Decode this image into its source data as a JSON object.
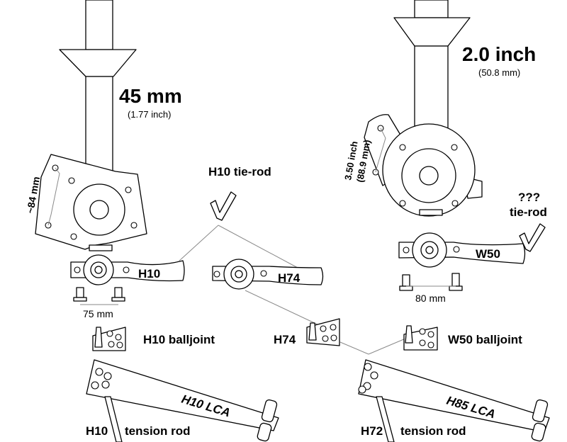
{
  "left_assembly": {
    "strut_spacing": "45 mm",
    "strut_spacing_alt": "(1.77 inch)",
    "knuckle_dim": "~84 mm",
    "arm_label": "H10",
    "stud_spacing": "75 mm",
    "balljoint_label": "H10 balljoint",
    "lca_label": "H10 LCA",
    "tension_rod_prefix": "H10",
    "tension_rod_label": "tension rod"
  },
  "middle": {
    "tierod_label": "H10 tie-rod",
    "arm_label": "H74",
    "balljoint_label": "H74"
  },
  "right_assembly": {
    "strut_spacing": "2.0 inch",
    "strut_spacing_alt": "(50.8 mm)",
    "knuckle_dim_1": "3.50 inch",
    "knuckle_dim_2": "(88.9 mm)",
    "tierod_label_1": "???",
    "tierod_label_2": "tie-rod",
    "arm_label": "W50",
    "stud_spacing": "80 mm",
    "balljoint_label": "W50 balljoint",
    "lca_label": "H85 LCA",
    "tension_rod_prefix": "H72",
    "tension_rod_label": "tension rod"
  }
}
